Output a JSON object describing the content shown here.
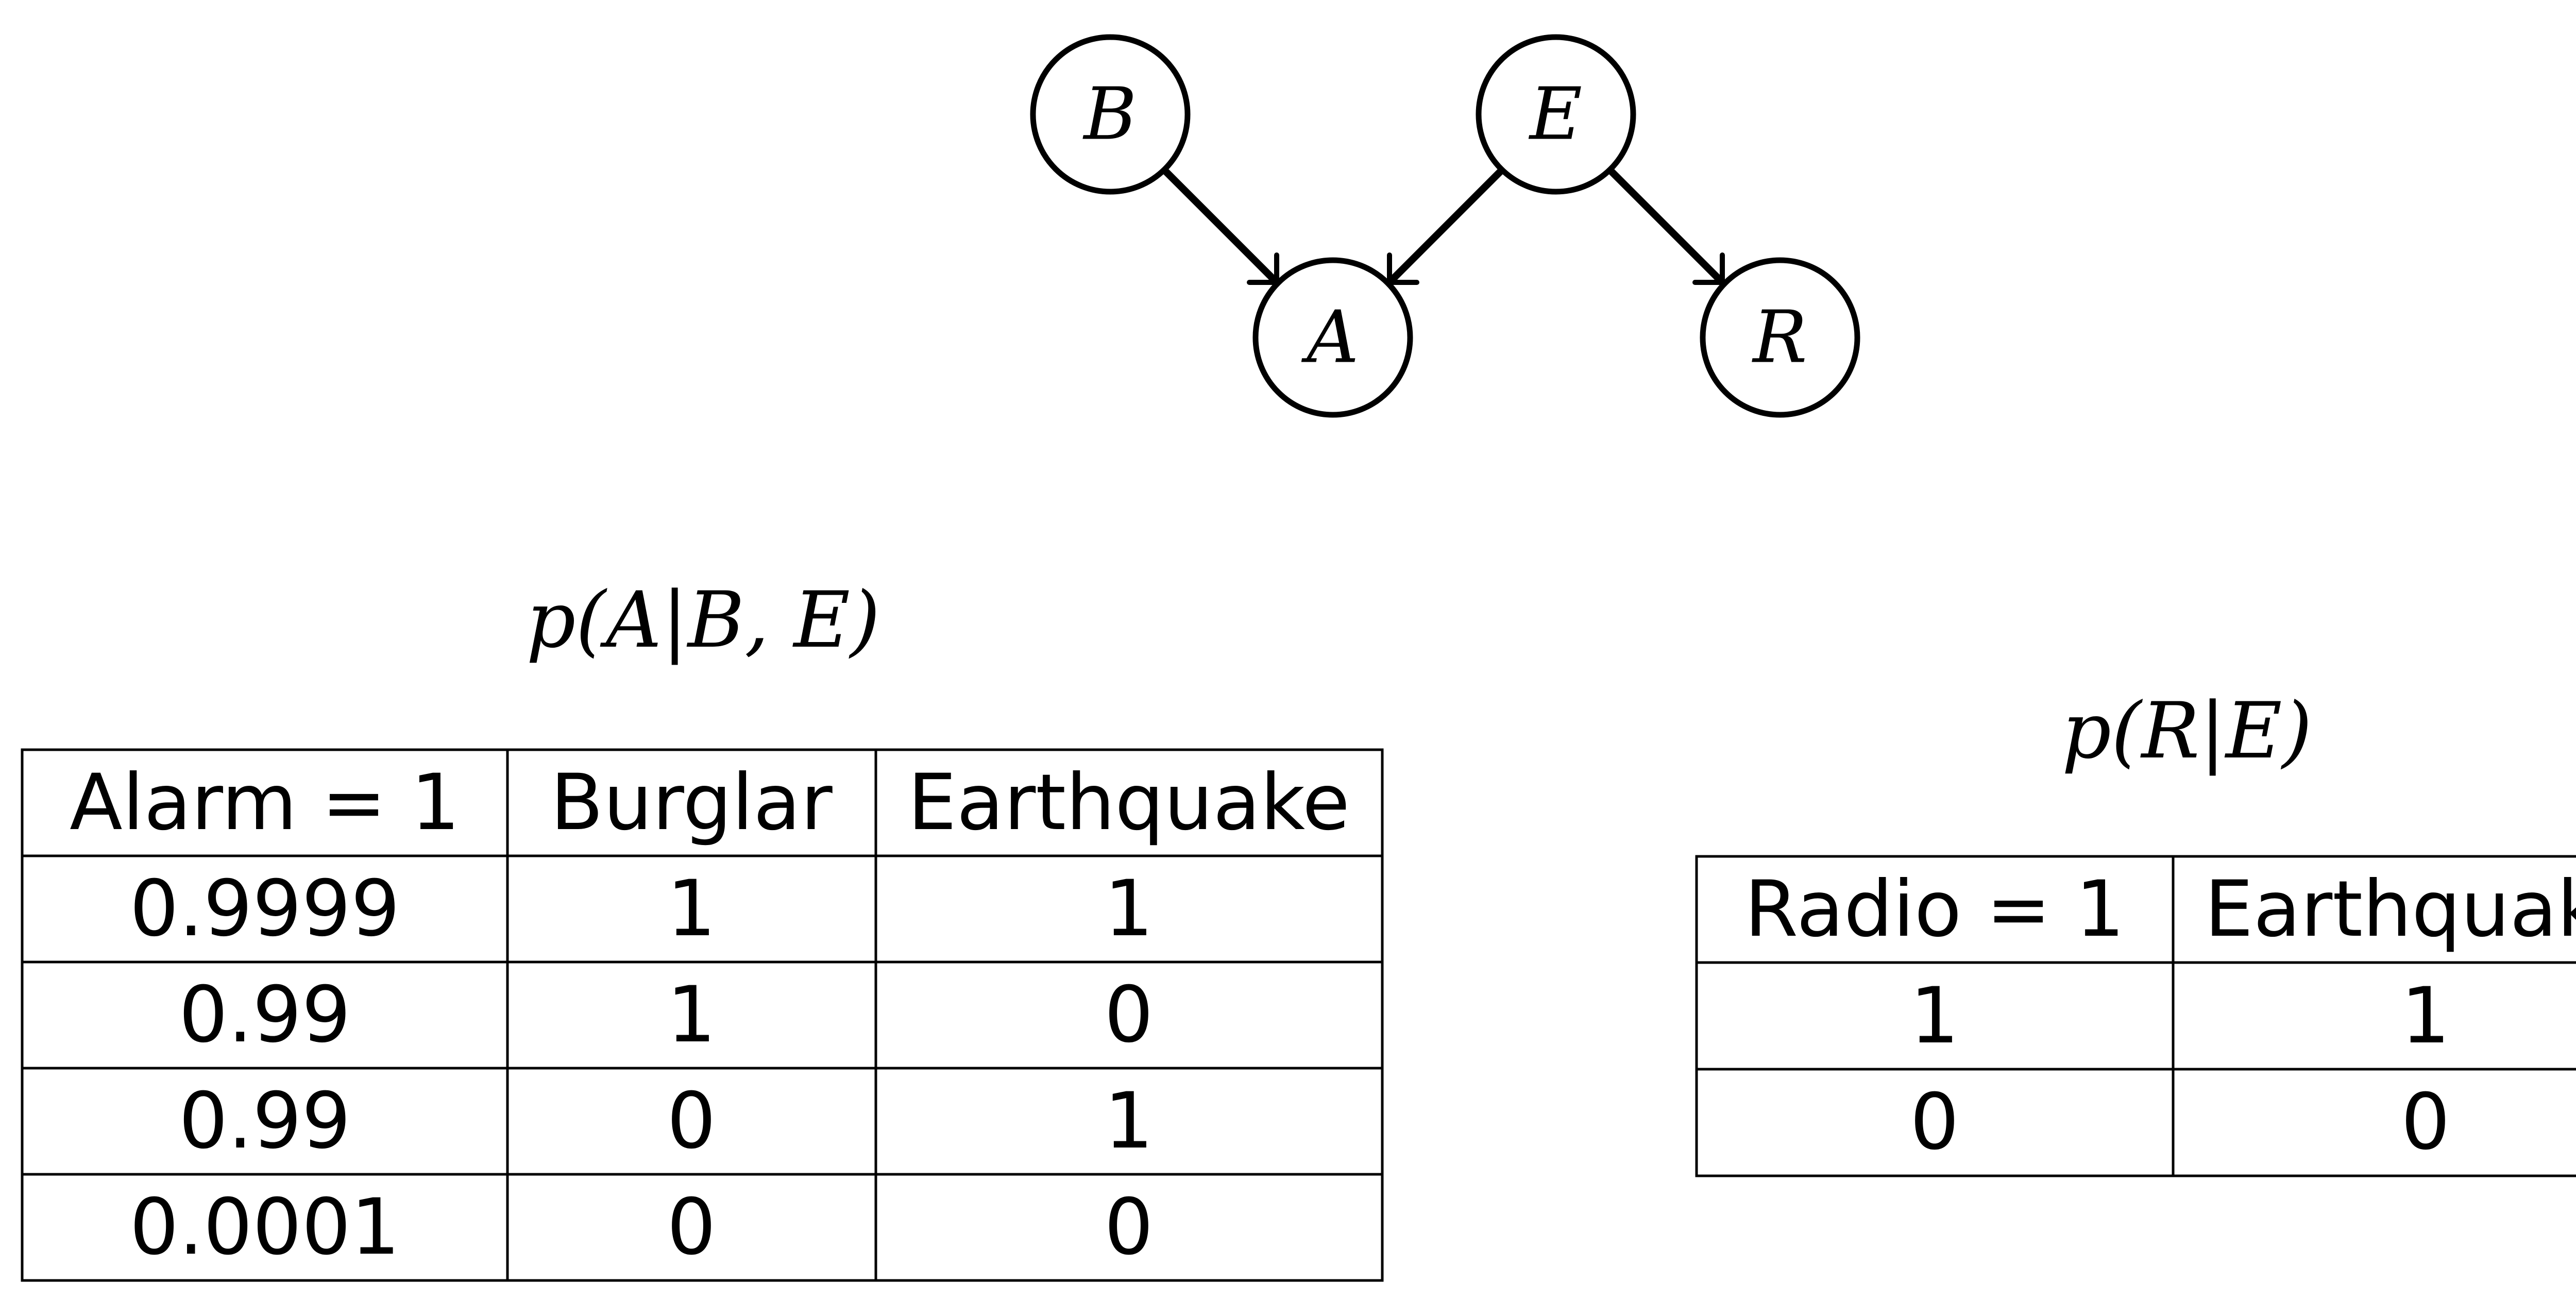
{
  "network": {
    "nodes": [
      {
        "id": "B",
        "label": "B"
      },
      {
        "id": "E",
        "label": "E"
      },
      {
        "id": "A",
        "label": "A"
      },
      {
        "id": "R",
        "label": "R"
      }
    ],
    "edges": [
      {
        "from": "B",
        "to": "A"
      },
      {
        "from": "E",
        "to": "A"
      },
      {
        "from": "E",
        "to": "R"
      }
    ]
  },
  "alarm_table": {
    "formula": "p(A|B, E)",
    "headers": [
      "Alarm = 1",
      "Burglar",
      "Earthquake"
    ],
    "rows": [
      [
        "0.9999",
        "1",
        "1"
      ],
      [
        "0.99",
        "1",
        "0"
      ],
      [
        "0.99",
        "0",
        "1"
      ],
      [
        "0.0001",
        "0",
        "0"
      ]
    ]
  },
  "radio_table": {
    "formula": "p(R|E)",
    "headers": [
      "Radio = 1",
      "Earthquake"
    ],
    "rows": [
      [
        "1",
        "1"
      ],
      [
        "0",
        "0"
      ]
    ]
  }
}
